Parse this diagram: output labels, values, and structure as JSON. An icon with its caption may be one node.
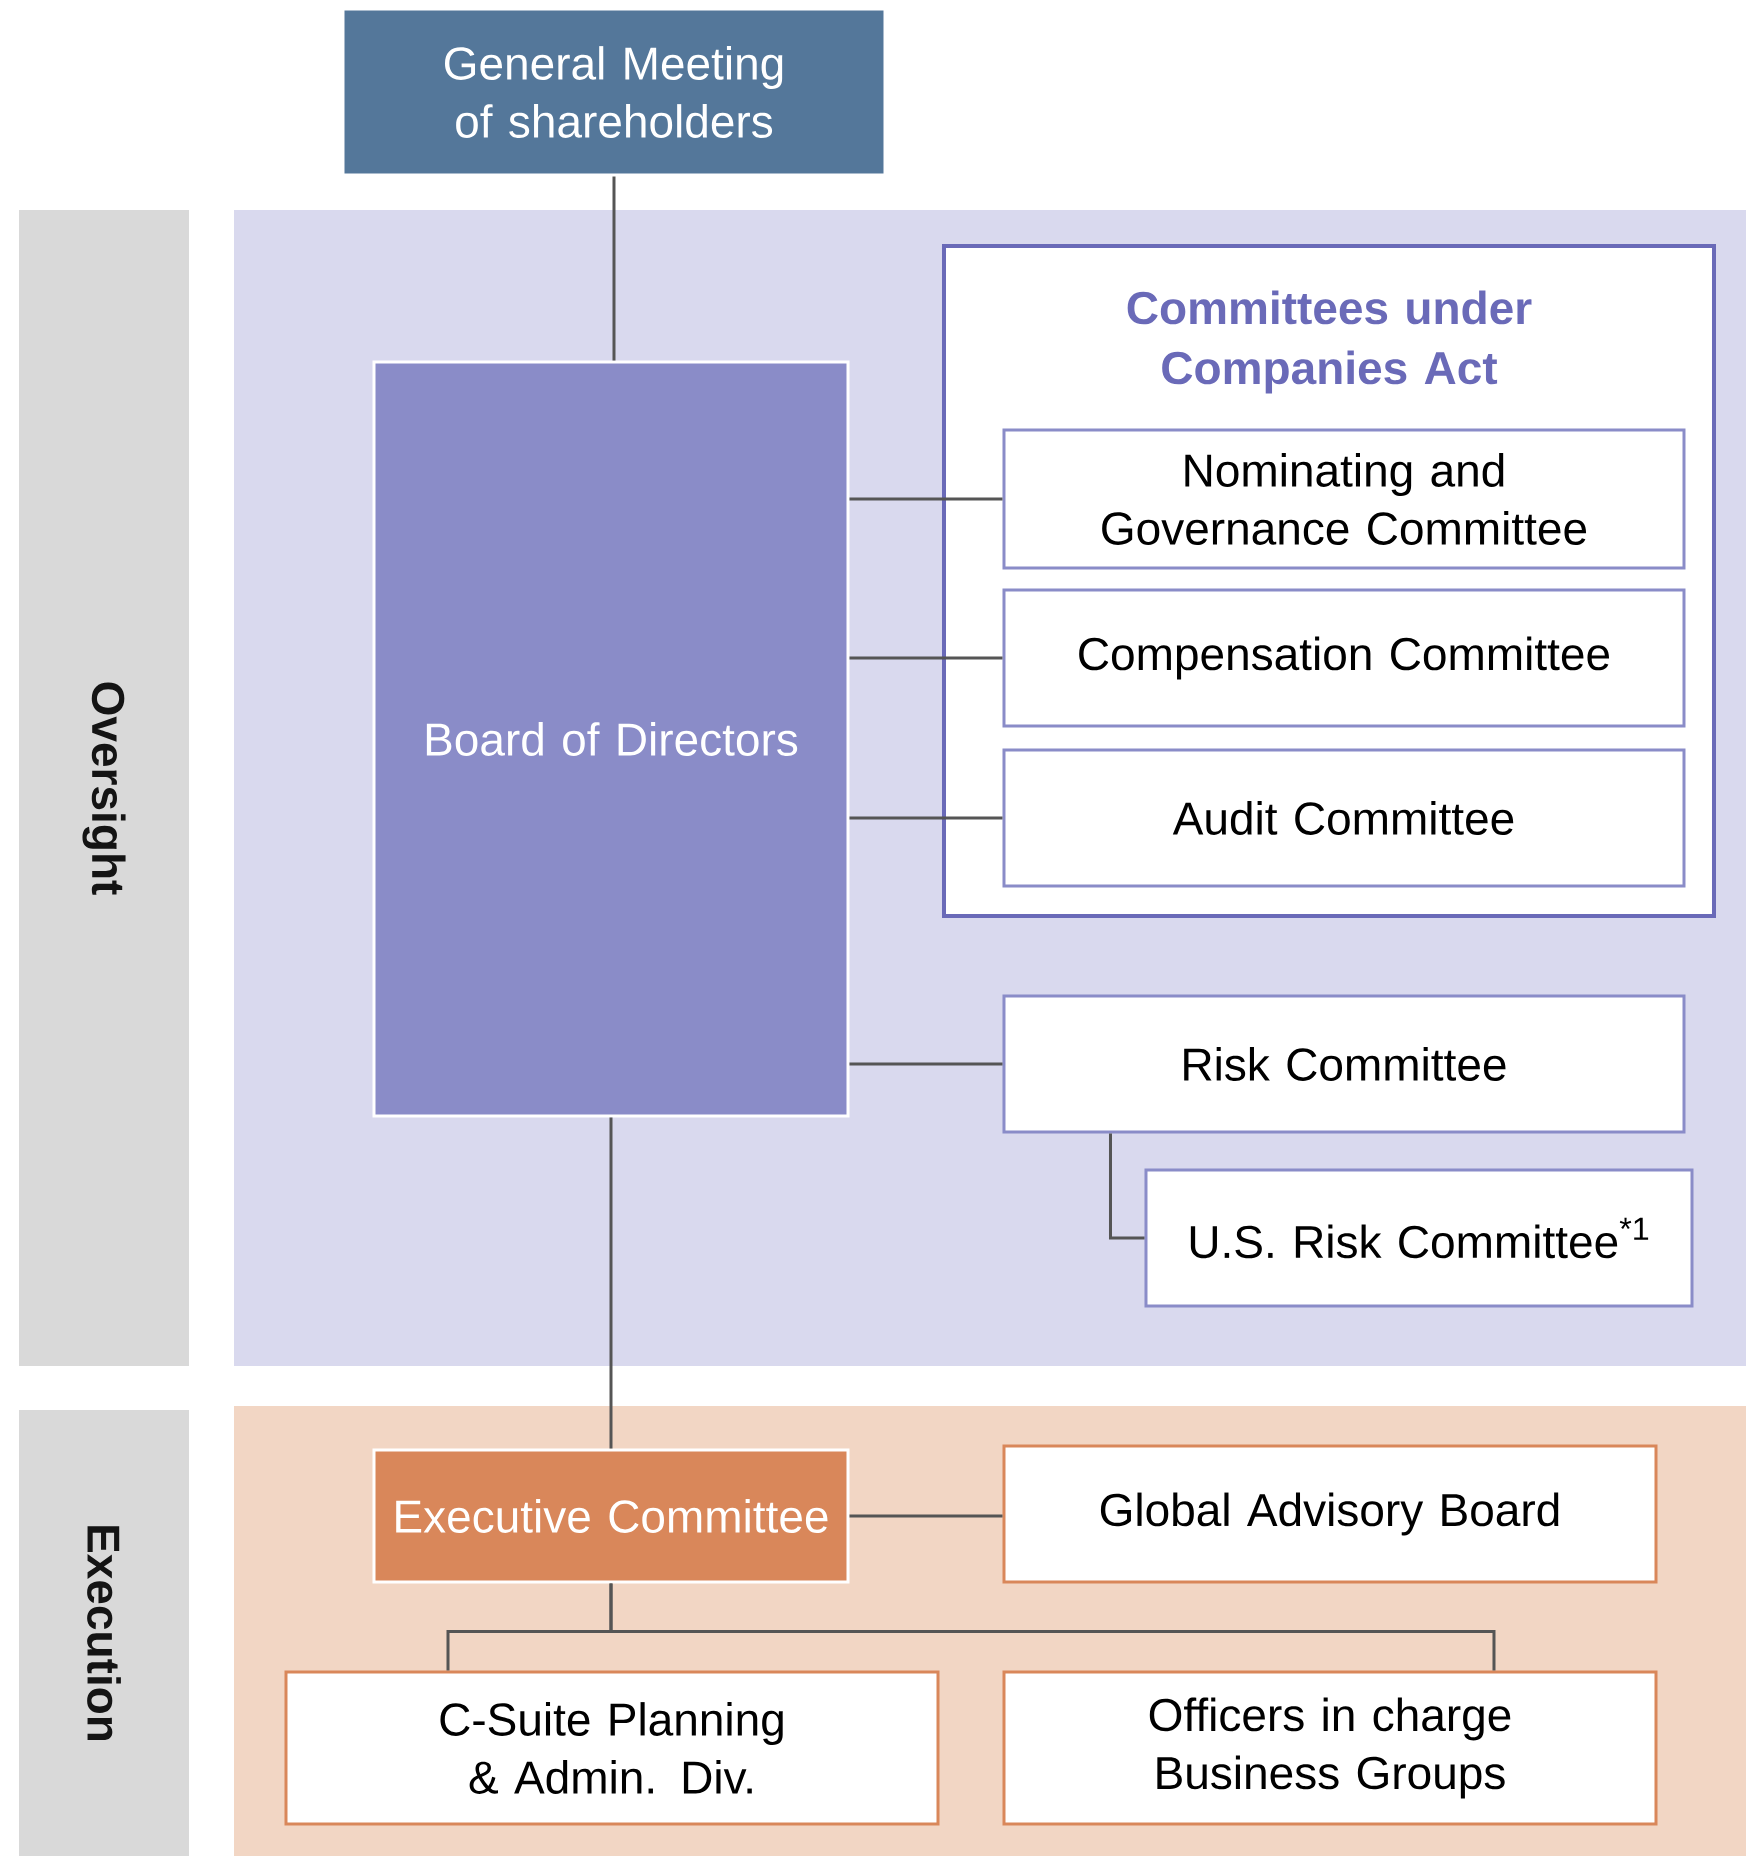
{
  "diagram": {
    "nodes": [
      {
        "text": [
          "General Meeting of shareholders"
        ]
      },
      {
        "text": [
          "Oversight"
        ]
      },
      {
        "text": [
          "Board of Directors"
        ]
      },
      {
        "text": [
          "Committees under Companies Act"
        ]
      },
      {
        "text": [
          "Nominating and Governance Committee"
        ],
        "in": 3
      },
      {
        "text": [
          "Compensation Committee"
        ],
        "in": 3
      },
      {
        "text": [
          "Audit Committee"
        ],
        "in": 3
      },
      {
        "text": [
          "Risk Committee"
        ]
      },
      {
        "text": [
          "U.S. Risk Committee$^{*1}$"
        ]
      },
      {
        "text": [
          "Execution"
        ]
      },
      {
        "text": [
          "Executive Committee"
        ]
      },
      {
        "text": [
          "Global Advisory Board"
        ]
      },
      {
        "text": [
          "C-Suite Planning & Admin. Div."
        ]
      },
      {
        "text": [
          "Officers in charge Business Groups"
        ]
      }
    ],
    "edges": [
      {
        "from": 0,
        "to": 2,
        "arrow": "none"
      },
      {
        "from": 2,
        "to": 4,
        "arrow": "none"
      },
      {
        "from": 2,
        "to": 5,
        "arrow": "none"
      },
      {
        "from": 2,
        "to": 6,
        "arrow": "none"
      },
      {
        "from": 2,
        "to": 7,
        "arrow": "none"
      },
      {
        "from": 7,
        "to": 8,
        "arrow": "none"
      },
      {
        "from": 2,
        "to": 10,
        "arrow": "none"
      },
      {
        "from": 10,
        "to": 11,
        "arrow": "none"
      },
      {
        "from": 10,
        "to": 12,
        "arrow": "none"
      },
      {
        "from": 10,
        "to": 13,
        "arrow": "none"
      }
    ]
  }
}
